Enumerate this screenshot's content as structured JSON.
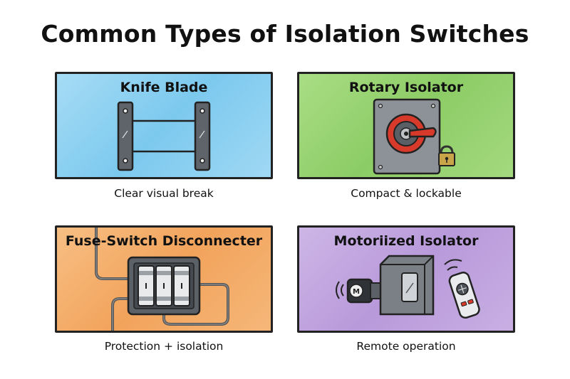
{
  "title": "Common Types of Isolation Switches",
  "colors": {
    "knife_blade_bg": "#8fd1f1",
    "rotary_bg": "#97d270",
    "fuse_switch_bg": "#f3aa66",
    "motorized_bg": "#bfa3de",
    "handle_red": "#d73a2a"
  },
  "cards": [
    {
      "title": "Knife Blade",
      "caption": "Clear visual break",
      "icon": "knife-blade-switch-icon"
    },
    {
      "title": "Rotary Isolator",
      "caption": "Compact & lockable",
      "icon": "rotary-isolator-icon"
    },
    {
      "title": "Fuse-Switch Disconnecter",
      "caption": "Protection + isolation",
      "icon": "fuse-switch-icon"
    },
    {
      "title": "Motoriized Isolator",
      "caption": "Remote operation",
      "icon": "motorized-isolator-icon"
    }
  ],
  "labels": {
    "motor": "M"
  }
}
